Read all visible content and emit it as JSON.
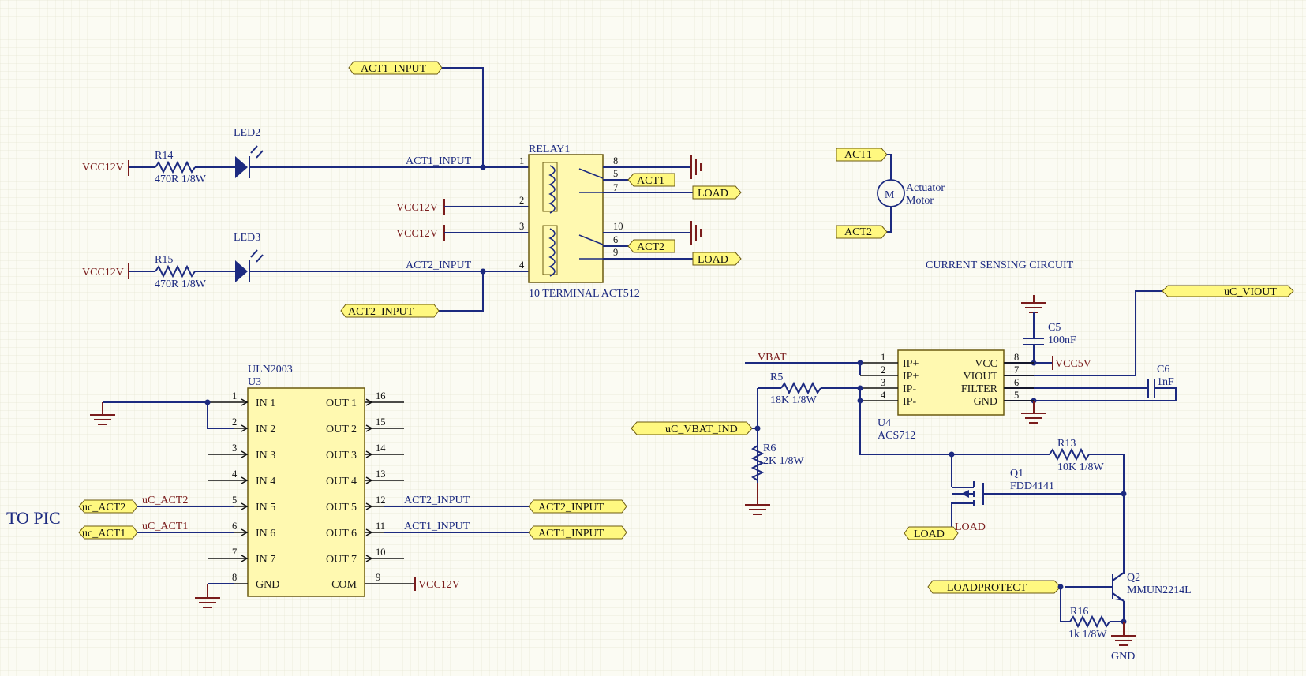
{
  "labels": {
    "act1_input_top": "ACT1_INPUT",
    "led2": "LED2",
    "r14": "R14",
    "r14_value": "470R 1/8W",
    "vcc12v": "VCC12V",
    "net_act1_input": "ACT1_INPUT",
    "relay1": "RELAY1",
    "relay_desc": "10 TERMINAL ACT512",
    "port_act1": "ACT1",
    "port_act2": "ACT2",
    "port_load": "LOAD",
    "led3": "LED3",
    "r15": "R15",
    "r15_value": "470R 1/8W",
    "net_act2_input": "ACT2_INPUT",
    "act2_input_bottom": "ACT2_INPUT",
    "motor_letter": "M",
    "motor_name1": "Actuator",
    "motor_name2": "Motor",
    "current_title": "CURRENT SENSING CIRCUIT",
    "uc_viout": "uC_VIOUT",
    "c5": "C5",
    "c5_value": "100nF",
    "vcc5v": "VCC5V",
    "c6": "C6",
    "c6_value": "1nF",
    "vbat": "VBAT",
    "r5": "R5",
    "r5_value": "18K 1/8W",
    "u4": "U4",
    "u4_part": "ACS712",
    "uc_vbat_ind": "uC_VBAT_IND",
    "r6": "R6",
    "r6_value": "2K 1/8W",
    "r13": "R13",
    "r13_value": "10K 1/8W",
    "q1": "Q1",
    "q1_part": "FDD4141",
    "load_net": "LOAD",
    "q2": "Q2",
    "q2_part": "MMUN2214L",
    "loadprotect": "LOADPROTECT",
    "r16": "R16",
    "r16_value": "1k 1/8W",
    "gnd": "GND",
    "uln_part": "ULN2003",
    "u3": "U3",
    "to_pic": "TO PIC",
    "uc_act1": "uc_ACT1",
    "uc_act2": "uc_ACT2",
    "net_uc_act1": "uC_ACT1",
    "net_uc_act2": "uC_ACT2"
  },
  "relay_pins": [
    "1",
    "2",
    "3",
    "4",
    "8",
    "5",
    "7",
    "10",
    "6",
    "9"
  ],
  "acs712": {
    "left_pins": [
      {
        "num": "1",
        "name": "IP+"
      },
      {
        "num": "2",
        "name": "IP+"
      },
      {
        "num": "3",
        "name": "IP-"
      },
      {
        "num": "4",
        "name": "IP-"
      }
    ],
    "right_pins": [
      {
        "num": "8",
        "name": "VCC"
      },
      {
        "num": "7",
        "name": "VIOUT"
      },
      {
        "num": "6",
        "name": "FILTER"
      },
      {
        "num": "5",
        "name": "GND"
      }
    ]
  },
  "uln2003": {
    "left_pins": [
      {
        "num": "1",
        "name": "IN 1"
      },
      {
        "num": "2",
        "name": "IN 2"
      },
      {
        "num": "3",
        "name": "IN 3"
      },
      {
        "num": "4",
        "name": "IN 4"
      },
      {
        "num": "5",
        "name": "IN 5"
      },
      {
        "num": "6",
        "name": "IN 6"
      },
      {
        "num": "7",
        "name": "IN 7"
      },
      {
        "num": "8",
        "name": "GND"
      }
    ],
    "right_pins": [
      {
        "num": "16",
        "name": "OUT 1"
      },
      {
        "num": "15",
        "name": "OUT 2"
      },
      {
        "num": "14",
        "name": "OUT 3"
      },
      {
        "num": "13",
        "name": "OUT 4"
      },
      {
        "num": "12",
        "name": "OUT 5"
      },
      {
        "num": "11",
        "name": "OUT 6"
      },
      {
        "num": "10",
        "name": "OUT 7"
      },
      {
        "num": "9",
        "name": "COM"
      }
    ]
  }
}
